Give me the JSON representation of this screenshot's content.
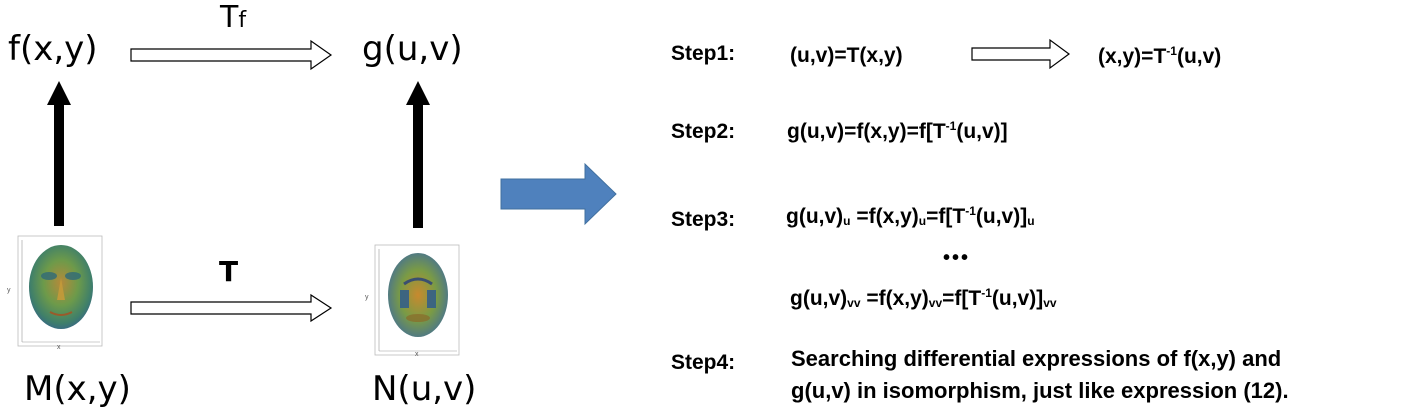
{
  "left_diagram": {
    "top_left": "f(x,y)",
    "top_right": "g(u,v)",
    "top_arrow_label_main": "T",
    "top_arrow_label_sub": "f",
    "bottom_arrow_label": "T",
    "bottom_left": "M(x,y)",
    "bottom_right": "N(u,v)",
    "plot_axis_x": "x",
    "plot_axis_y": "y"
  },
  "colors": {
    "transition_arrow": "#4f81bd",
    "face_green": "#6aa84f",
    "face_orange": "#c8892e",
    "face_blue": "#3d6aa0"
  },
  "steps": {
    "step1": {
      "label": "Step1:",
      "lhs": "(u,v)=T(x,y)",
      "rhs_a": "(x,y)=T",
      "rhs_sup": "-1",
      "rhs_b": "(u,v)"
    },
    "step2": {
      "label": "Step2:",
      "a": "g(u,v)=f(x,y)=f[T",
      "sup": "-1",
      "b": "(u,v)]"
    },
    "step3": {
      "label": "Step3:",
      "line1": {
        "a": "g(u,v)",
        "s1": "u",
        "b": " =f(x,y)",
        "s2": "u",
        "c": "=f[T",
        "sup": "-1",
        "d": "(u,v)]",
        "s3": "u"
      },
      "ellipsis": "•••",
      "line2": {
        "a": "g(u,v)",
        "s1": "vv",
        "b": " =f(x,y)",
        "s2": "vv",
        "c": "=f[T",
        "sup": "-1",
        "d": "(u,v)]",
        "s3": "vv"
      }
    },
    "step4": {
      "label": "Step4:",
      "line1": "Searching differential expressions of f(x,y) and",
      "line2": "g(u,v) in isomorphism, just like expression (12)."
    }
  }
}
